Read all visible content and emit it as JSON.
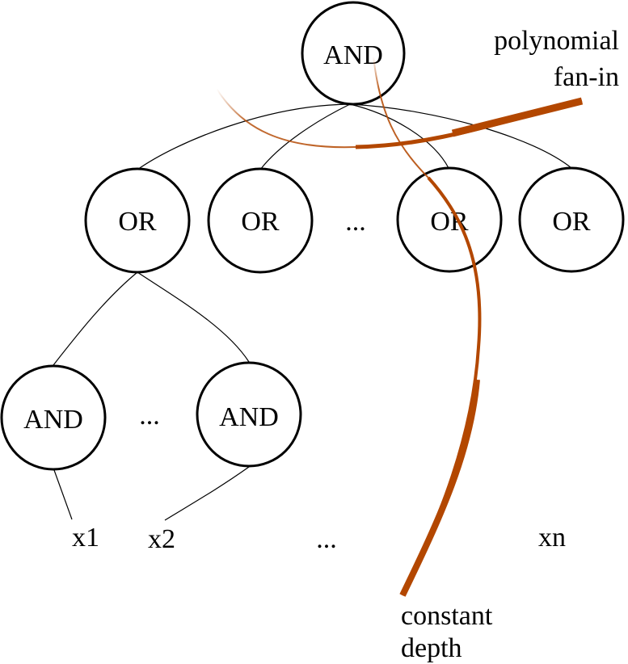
{
  "diagram": {
    "title": "AND-OR circuit: polynomial fan-in, constant depth",
    "accent_color": "#b34700",
    "root": {
      "id": "root-and",
      "label": "AND"
    },
    "or_layer": [
      {
        "id": "or-1",
        "label": "OR"
      },
      {
        "id": "or-2",
        "label": "OR"
      },
      {
        "id": "or-ellipsis",
        "label": "..."
      },
      {
        "id": "or-3",
        "label": "OR"
      },
      {
        "id": "or-4",
        "label": "OR"
      }
    ],
    "and_layer": [
      {
        "id": "and-1",
        "label": "AND"
      },
      {
        "id": "and-ellipsis",
        "label": "..."
      },
      {
        "id": "and-2",
        "label": "AND"
      }
    ],
    "inputs": [
      {
        "id": "x1",
        "label": "x1"
      },
      {
        "id": "x2",
        "label": "x2"
      },
      {
        "id": "x-ellipsis",
        "label": "..."
      },
      {
        "id": "xn",
        "label": "xn"
      }
    ],
    "annotations": {
      "fan_in": [
        "polynomial",
        "fan-in"
      ],
      "depth": [
        "constant",
        "depth"
      ]
    }
  }
}
